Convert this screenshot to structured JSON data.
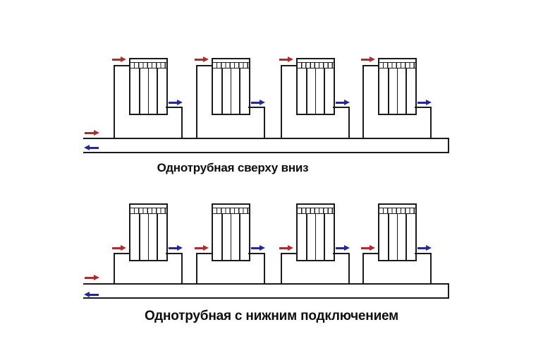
{
  "figure": {
    "background": "#ffffff",
    "line_color": "#1b1b1b"
  },
  "arrows": {
    "supply": {
      "icon": "supply-arrow-icon",
      "color": "#b02b2b"
    },
    "return": {
      "icon": "return-arrow-icon",
      "color": "#262a8f"
    }
  },
  "diagrams": [
    {
      "caption": "Однотрубная сверху вниз",
      "radiator_count": 4
    },
    {
      "caption": "Однотрубная с нижним подключением",
      "radiator_count": 4
    }
  ]
}
